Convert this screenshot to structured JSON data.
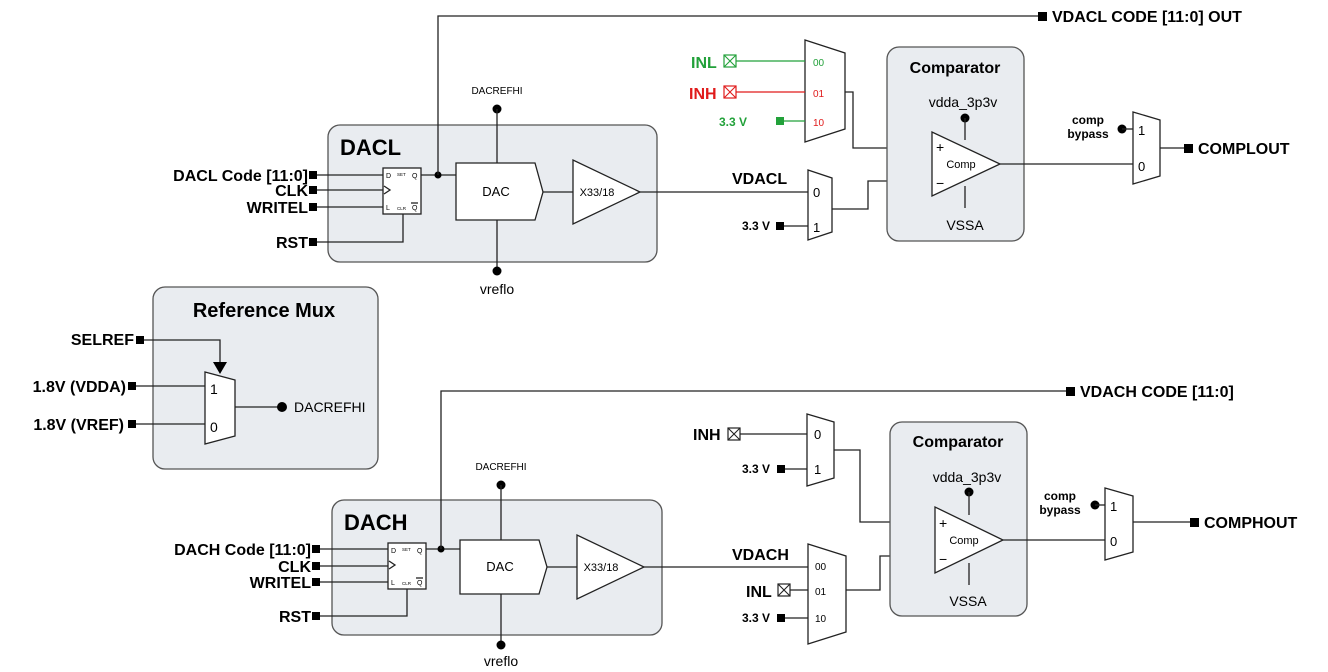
{
  "dacl": {
    "title": "DACL",
    "code_in": "DACL Code [11:0]",
    "clk": "CLK",
    "write": "WRITEL",
    "rst": "RST",
    "ff_d": "D",
    "ff_set": "SET",
    "ff_q": "Q",
    "ff_l": "L",
    "ff_clr": "CLR",
    "ff_qbar": "Q",
    "dac": "DAC",
    "amp": "X33/18",
    "refhi": "DACREFHI",
    "reflo": "vreflo",
    "code_out": "VDACL CODE [11:0] OUT",
    "vout": "VDACL",
    "mux_in1": "3.3 V",
    "mux_sel0": "0",
    "mux_sel1": "1",
    "inmux": [
      {
        "label": "INL",
        "sel": "00"
      },
      {
        "label": "INH",
        "sel": "01"
      },
      {
        "label": "3.3 V",
        "sel": "10"
      }
    ],
    "comp_title": "Comparator",
    "comp_vdd": "vdda_3p3v",
    "comp_vss": "VSSA",
    "comp_plus": "+",
    "comp_minus": "−",
    "comp_label": "Comp",
    "bypass": "comp\nbypass",
    "out_sel1": "1",
    "out_sel0": "0",
    "out": "COMPLOUT"
  },
  "refmux": {
    "title": "Reference Mux",
    "sel": "SELREF",
    "in1": "1.8V (VDDA)",
    "in0": "1.8V (VREF)",
    "sel1": "1",
    "sel0": "0",
    "out": "DACREFHI"
  },
  "dach": {
    "title": "DACH",
    "code_in": "DACH Code [11:0]",
    "clk": "CLK",
    "write": "WRITEL",
    "rst": "RST",
    "ff_d": "D",
    "ff_set": "SET",
    "ff_q": "Q",
    "ff_l": "L",
    "ff_clr": "CLR",
    "ff_qbar": "Q",
    "dac": "DAC",
    "amp": "X33/18",
    "refhi": "DACREFHI",
    "reflo": "vreflo",
    "code_out": "VDACH CODE [11:0]",
    "vout": "VDACH",
    "inmux": [
      {
        "label": "INH",
        "sel": "0"
      },
      {
        "label": "3.3 V",
        "sel": "1"
      }
    ],
    "minus_mux": [
      {
        "label": "",
        "sel": "00"
      },
      {
        "label": "INL",
        "sel": "01"
      },
      {
        "label": "3.3 V",
        "sel": "10"
      }
    ],
    "comp_title": "Comparator",
    "comp_vdd": "vdda_3p3v",
    "comp_vss": "VSSA",
    "comp_plus": "+",
    "comp_minus": "−",
    "comp_label": "Comp",
    "bypass": "comp\nbypass",
    "out_sel1": "1",
    "out_sel0": "0",
    "out": "COMPHOUT"
  }
}
